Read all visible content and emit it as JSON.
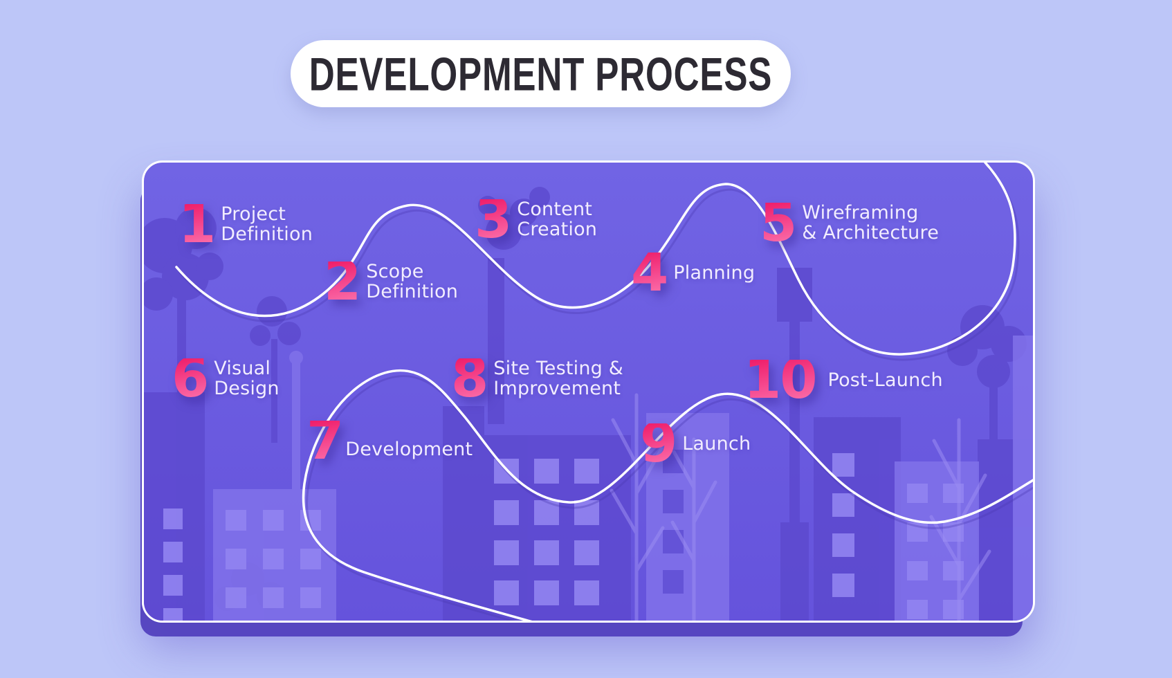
{
  "title": "DEVELOPMENT PROCESS",
  "steps": [
    {
      "number": "1",
      "lines": [
        "Project",
        "Definition"
      ]
    },
    {
      "number": "2",
      "lines": [
        "Scope",
        "Definition"
      ]
    },
    {
      "number": "3",
      "lines": [
        "Content",
        "Creation"
      ]
    },
    {
      "number": "4",
      "lines": [
        "Planning"
      ]
    },
    {
      "number": "5",
      "lines": [
        "Wireframing",
        "& Architecture"
      ]
    },
    {
      "number": "6",
      "lines": [
        "Visual",
        "Design"
      ]
    },
    {
      "number": "7",
      "lines": [
        "Development"
      ]
    },
    {
      "number": "8",
      "lines": [
        "Site Testing &",
        "Improvement"
      ]
    },
    {
      "number": "9",
      "lines": [
        "Launch"
      ]
    },
    {
      "number": "10",
      "lines": [
        "Post-Launch"
      ]
    }
  ],
  "colors": {
    "page_background": "#BDC6F8",
    "card_purple_top": "#7164E4",
    "card_purple_bottom": "#6553DC",
    "number_gradient_start": "#EF1F6B",
    "number_gradient_end": "#FB6FA9",
    "label_text": "#F2EDFF",
    "title_text": "#2D2A33",
    "pill_background": "#FFFFFF",
    "flow_line": "#FFFFFF"
  }
}
